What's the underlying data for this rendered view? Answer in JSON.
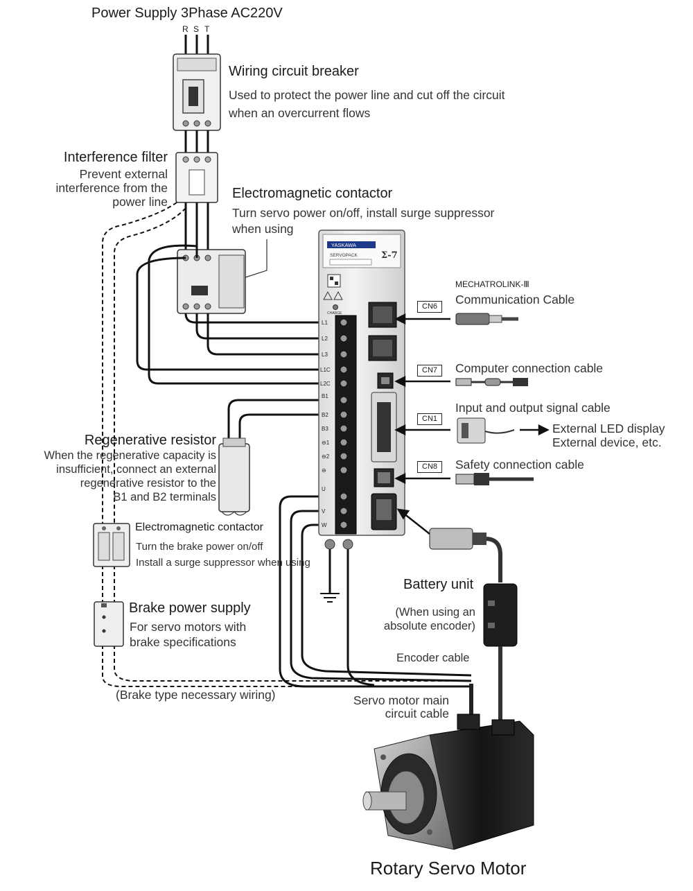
{
  "power_supply": {
    "title": "Power Supply 3Phase AC220V",
    "phases": [
      "R",
      "S",
      "T"
    ]
  },
  "circuit_breaker": {
    "title": "Wiring circuit breaker",
    "desc_line1": "Used to protect the power line and cut off the circuit",
    "desc_line2": "when an overcurrent flows"
  },
  "interference_filter": {
    "title": "Interference filter",
    "desc_line1": "Prevent external",
    "desc_line2": "interference from the",
    "desc_line3": "power line"
  },
  "em_contactor_main": {
    "title": "Electromagnetic contactor",
    "desc_line1": "Turn servo power on/off, install surge suppressor",
    "desc_line2": "when using"
  },
  "servopack": {
    "brand": "YASKAWA",
    "model_label": "SERVOPACK",
    "series_mark": "Σ-7",
    "charge_label": "CHARGE",
    "terminals": [
      "L1",
      "L2",
      "L3",
      "L1C",
      "L2C",
      "B1",
      "B2",
      "B3",
      "⊖1",
      "⊖2",
      "⊖",
      "U",
      "V",
      "W"
    ]
  },
  "connectors": {
    "cn6": {
      "tag": "CN6",
      "title_small": "MECHATROLINK-Ⅲ",
      "title": "Communication Cable"
    },
    "cn7": {
      "tag": "CN7",
      "title": "Computer connection cable"
    },
    "cn1": {
      "tag": "CN1",
      "title": "Input and output signal cable",
      "target_line1": "External LED display",
      "target_line2": "External device, etc."
    },
    "cn8": {
      "tag": "CN8",
      "title": "Safety connection cable"
    }
  },
  "regenerative_resistor": {
    "title": "Regenerative resistor",
    "desc_line1": "When the regenerative capacity is",
    "desc_line2": "insufficient, connect an external",
    "desc_line3": "regenerative resistor to the",
    "desc_line4": "B1 and B2 terminals"
  },
  "em_contactor_brake": {
    "title": "Electromagnetic contactor",
    "desc_line1": "Turn the brake power on/off",
    "desc_line2": "Install a surge suppressor when using"
  },
  "brake_power_supply": {
    "title": "Brake power supply",
    "desc_line1": "For servo motors with",
    "desc_line2": "brake specifications"
  },
  "brake_note": "(Brake type necessary wiring)",
  "battery_unit": {
    "title": "Battery unit",
    "desc_line1": "(When using an",
    "desc_line2": "absolute encoder)"
  },
  "encoder_cable": "Encoder cable",
  "main_circuit_cable": {
    "line1": "Servo motor main",
    "line2": "circuit cable"
  },
  "motor_caption": "Rotary Servo Motor",
  "colors": {
    "wire": "#111111",
    "device_body": "#eeeeee",
    "device_edge": "#333333",
    "motor_body": "#1c1c1c",
    "motor_face": "#9a9a9a"
  }
}
